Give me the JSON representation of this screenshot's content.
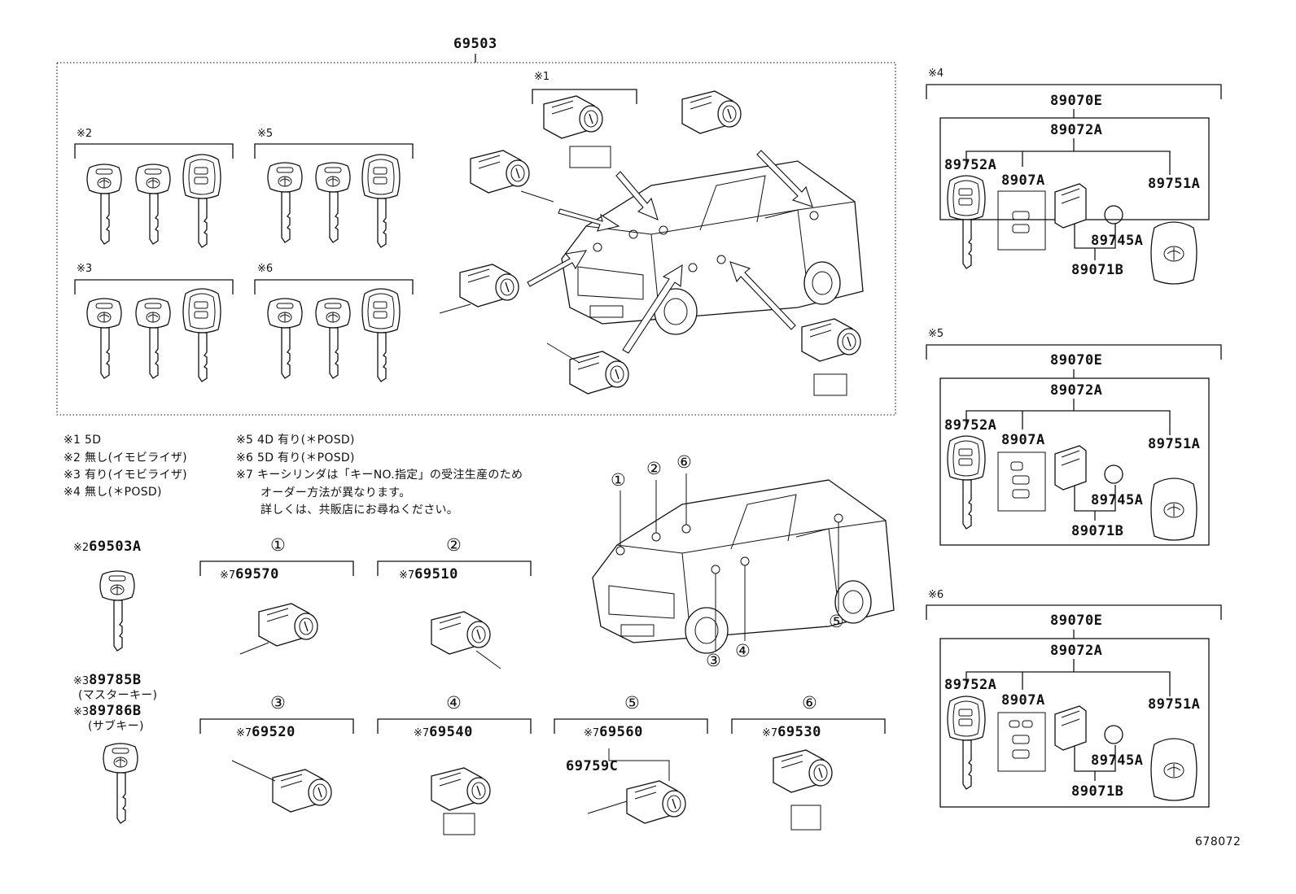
{
  "assembly": {
    "part_no": "69503"
  },
  "key_sets": [
    {
      "mark": "※2"
    },
    {
      "mark": "※5"
    },
    {
      "mark": "※3"
    },
    {
      "mark": "※6"
    }
  ],
  "sub_mark_1": "※1",
  "notes": {
    "left": [
      "※1 5D",
      "※2 無し(イモビライザ)",
      "※3 有り(イモビライザ)",
      "※4 無し(＊POSD)"
    ],
    "right": [
      "※5 4D 有り(＊POSD)",
      "※6 5D 有り(＊POSD)",
      "※7 キーシリンダは「キーNO.指定」の受注生産のため",
      "オーダー方法が異なります。",
      "詳しくは、共販店にお尋ねください。"
    ]
  },
  "loose_keys": {
    "key_a": {
      "mark": "※2",
      "part_no": "69503A"
    },
    "key_b": {
      "mark1": "※3",
      "part_no1": "89785B",
      "label1": "(マスターキー)",
      "mark2": "※3",
      "part_no2": "89786B",
      "label2": "(サブキー)"
    }
  },
  "cylinders": [
    {
      "circle": "①",
      "mark": "※7",
      "part_no": "69570"
    },
    {
      "circle": "②",
      "mark": "※7",
      "part_no": "69510"
    },
    {
      "circle": "③",
      "mark": "※7",
      "part_no": "69520"
    },
    {
      "circle": "④",
      "mark": "※7",
      "part_no": "69540"
    },
    {
      "circle": "⑤",
      "mark": "※7",
      "part_no": "69560",
      "sub_part_no": "69759C"
    },
    {
      "circle": "⑥",
      "mark": "※7",
      "part_no": "69530"
    }
  ],
  "van_callouts": [
    "①",
    "②",
    "⑥",
    "③",
    "④",
    "⑤"
  ],
  "remotes": [
    {
      "mark": "※4",
      "outer": "89070E",
      "inner": "89072A",
      "key": "89752A",
      "plate": "8907A",
      "cover": "89751A",
      "battery": "89745A",
      "transmitter": "89071B"
    },
    {
      "mark": "※5",
      "outer": "89070E",
      "inner": "89072A",
      "key": "89752A",
      "plate": "8907A",
      "cover": "89751A",
      "battery": "89745A",
      "transmitter": "89071B"
    },
    {
      "mark": "※6",
      "outer": "89070E",
      "inner": "89072A",
      "key": "89752A",
      "plate": "8907A",
      "cover": "89751A",
      "battery": "89745A",
      "transmitter": "89071B"
    }
  ],
  "doc_no": "678072"
}
